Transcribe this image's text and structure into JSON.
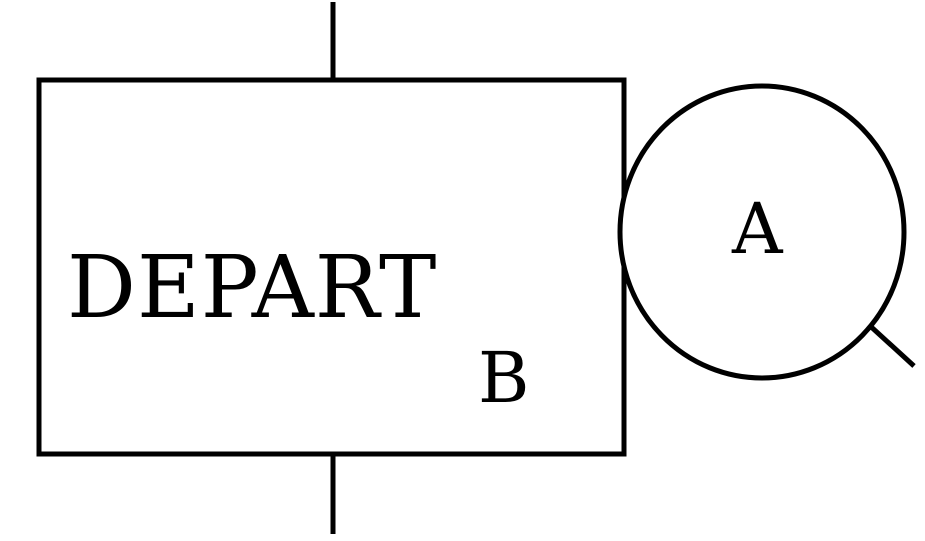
{
  "block": {
    "label": "DEPART",
    "subscript": "B"
  },
  "marker": {
    "label": "A"
  },
  "colors": {
    "stroke": "#000000",
    "background": "#ffffff"
  }
}
